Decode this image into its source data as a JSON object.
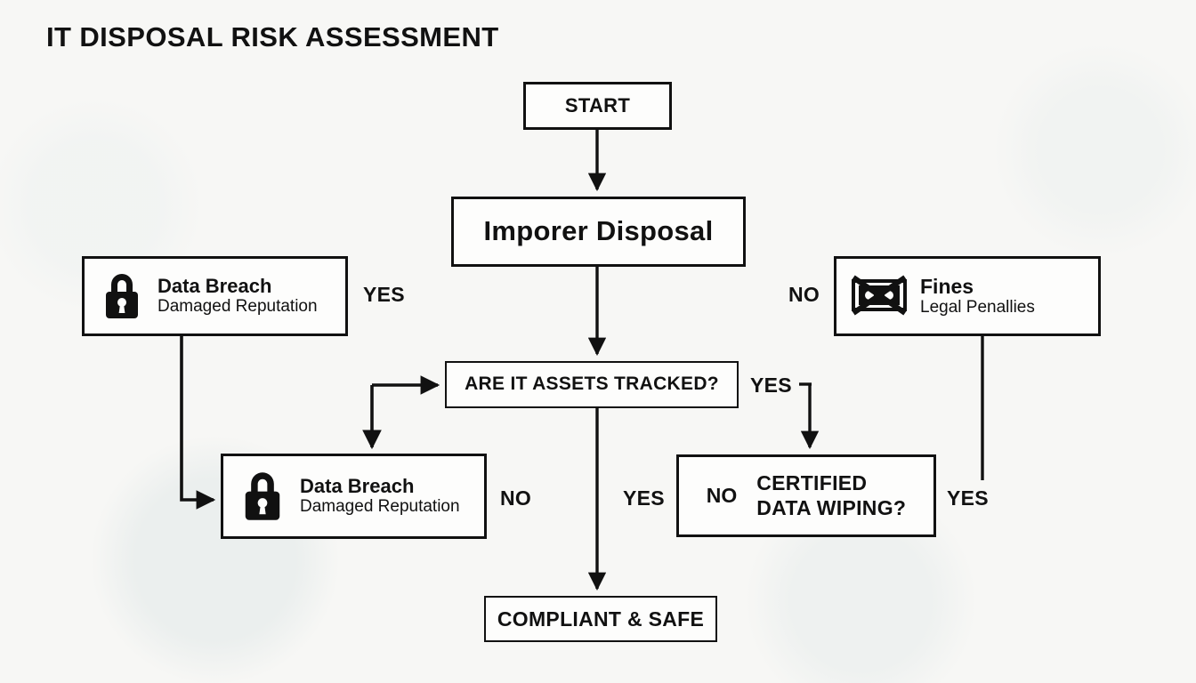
{
  "page": {
    "title": "IT DISPOSAL RISK ASSESSMENT",
    "background_color": "#f7f7f5",
    "ink_color": "#111111"
  },
  "nodes": {
    "start": {
      "label": "START"
    },
    "improper": {
      "label": "Imporer Disposal"
    },
    "tracked": {
      "label": "ARE IT ASSETS TRACKED?"
    },
    "wiping": {
      "label": "CERTIFIED\nDATA WIPING?",
      "inline_no": "NO"
    },
    "compliant": {
      "label": "COMPLIANT & SAFE"
    }
  },
  "risks": {
    "breach_top": {
      "title": "Data Breach",
      "subtitle": "Damaged Reputation",
      "icon": "lock-icon"
    },
    "breach_mid": {
      "title": "Data Breach",
      "subtitle": "Damaged Reputation",
      "icon": "lock-icon"
    },
    "fines": {
      "title": "Fines",
      "subtitle": "Legal Penallies",
      "icon": "crossed-banknote-icon"
    }
  },
  "edge_labels": {
    "yes_top": "YES",
    "no_top": "NO",
    "yes_tracked": "YES",
    "no_mid": "NO",
    "yes_center": "YES",
    "yes_right": "YES"
  }
}
